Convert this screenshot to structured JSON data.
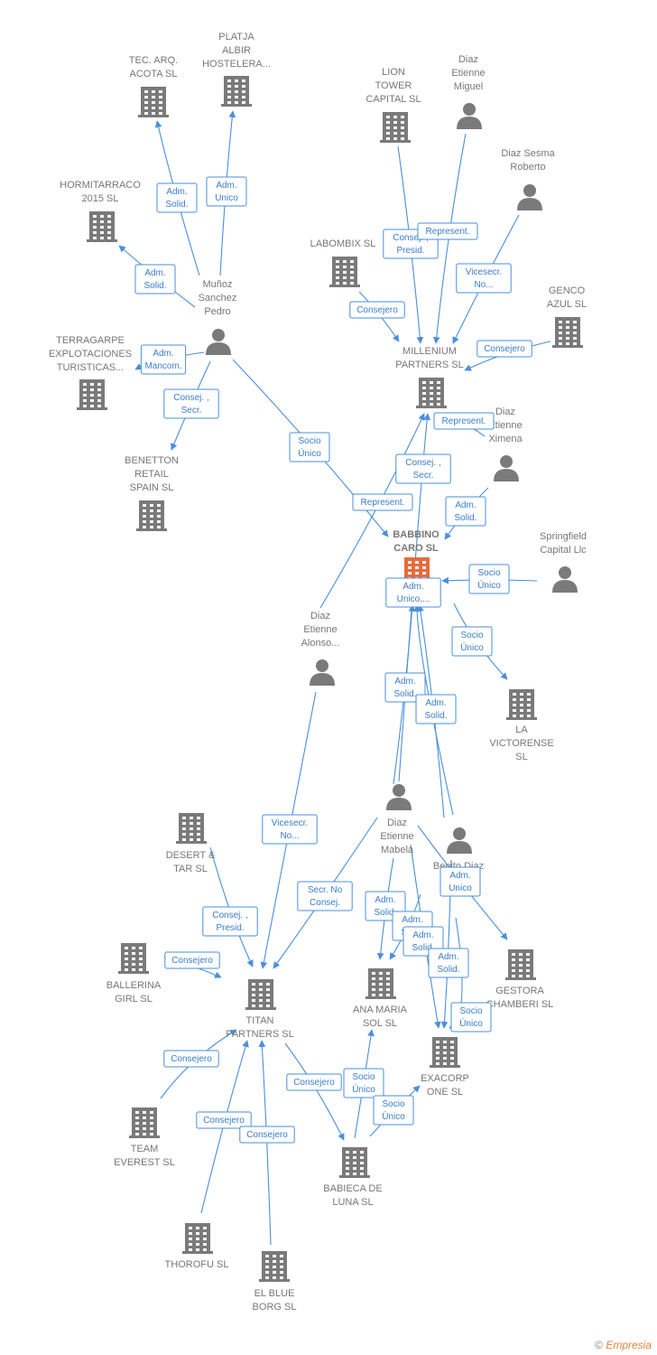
{
  "colors": {
    "edge": "#4a8fdc",
    "label_text": "#3a7dc9",
    "node_text": "#777777",
    "icon": "#7a7a7a",
    "focus_icon": "#e96a3c"
  },
  "nodes": [
    {
      "id": "tec",
      "type": "company",
      "lines": [
        "TEC.  ARQ.",
        "ACOTA SL"
      ]
    },
    {
      "id": "platja",
      "type": "company",
      "lines": [
        "PLATJA",
        "ALBIR",
        "HOSTELERA..."
      ]
    },
    {
      "id": "hormi",
      "type": "company",
      "lines": [
        "HORMITARRACO",
        "2015  SL"
      ]
    },
    {
      "id": "munoz",
      "type": "person",
      "lines": [
        "Muñoz",
        "Sanchez",
        "Pedro"
      ]
    },
    {
      "id": "terra",
      "type": "company",
      "lines": [
        "TERRAGARPE",
        "EXPLOTACIONES",
        "TURISTICAS..."
      ]
    },
    {
      "id": "benetton",
      "type": "company",
      "lines": [
        "BENETTON",
        "RETAIL",
        "SPAIN SL"
      ]
    },
    {
      "id": "lion",
      "type": "company",
      "lines": [
        "LION",
        "TOWER",
        "CAPITAL  SL"
      ]
    },
    {
      "id": "dmiguel",
      "type": "person",
      "lines": [
        "Diaz",
        "Etienne",
        "Miguel"
      ]
    },
    {
      "id": "dsesma",
      "type": "person",
      "lines": [
        "Diaz Sesma",
        "Roberto"
      ]
    },
    {
      "id": "labombix",
      "type": "company",
      "lines": [
        "LABOMBIX  SL"
      ]
    },
    {
      "id": "genco",
      "type": "company",
      "lines": [
        "GENCO",
        "AZUL  SL"
      ]
    },
    {
      "id": "millenium",
      "type": "company",
      "lines": [
        "MILLENIUM",
        "PARTNERS  SL"
      ]
    },
    {
      "id": "dximena",
      "type": "person",
      "lines": [
        "Diaz",
        "Etienne",
        "Ximena"
      ]
    },
    {
      "id": "babbino",
      "type": "company",
      "focus": true,
      "lines": [
        "BABBINO",
        "CARO  SL"
      ]
    },
    {
      "id": "springfield",
      "type": "person",
      "lines": [
        "Springfield",
        "Capital Llc"
      ]
    },
    {
      "id": "victorense",
      "type": "company",
      "lines": [
        "LA",
        "VICTORENSE",
        "SL"
      ]
    },
    {
      "id": "dalonso",
      "type": "person",
      "lines": [
        "Diaz",
        "Etienne",
        "Alonso..."
      ]
    },
    {
      "id": "dmabela",
      "type": "person",
      "lines": [
        "Diaz",
        "Etienne",
        "Mabela"
      ]
    },
    {
      "id": "benito",
      "type": "person",
      "lines": [
        "Benito Diaz",
        "B..."
      ]
    },
    {
      "id": "desert",
      "type": "company",
      "lines": [
        "DESERT &",
        "TAR  SL"
      ]
    },
    {
      "id": "ballerina",
      "type": "company",
      "lines": [
        "BALLERINA",
        "GIRL  SL"
      ]
    },
    {
      "id": "titan",
      "type": "company",
      "lines": [
        "TITAN",
        "PARTNERS SL"
      ]
    },
    {
      "id": "anamaria",
      "type": "company",
      "lines": [
        "ANA MARIA",
        "SOL SL"
      ]
    },
    {
      "id": "gestora",
      "type": "company",
      "lines": [
        "GESTORA",
        "CHAMBERI  SL"
      ]
    },
    {
      "id": "exacorp",
      "type": "company",
      "lines": [
        "EXACORP",
        "ONE SL"
      ]
    },
    {
      "id": "team",
      "type": "company",
      "lines": [
        "TEAM",
        "EVEREST  SL"
      ]
    },
    {
      "id": "babieca",
      "type": "company",
      "lines": [
        "BABIECA DE",
        "LUNA  SL"
      ]
    },
    {
      "id": "thorofu",
      "type": "company",
      "lines": [
        "THOROFU  SL"
      ]
    },
    {
      "id": "elblue",
      "type": "company",
      "lines": [
        "EL BLUE",
        "BORG  SL"
      ]
    }
  ],
  "edges": [
    {
      "from": "munoz",
      "to": "tec",
      "lines": [
        "Adm.",
        "Solid."
      ]
    },
    {
      "from": "munoz",
      "to": "platja",
      "lines": [
        "Adm.",
        "Unico"
      ]
    },
    {
      "from": "munoz",
      "to": "hormi",
      "lines": [
        "Adm.",
        "Solid."
      ]
    },
    {
      "from": "munoz",
      "to": "terra",
      "lines": [
        "Adm.",
        "Mancom."
      ]
    },
    {
      "from": "munoz",
      "to": "benetton",
      "lines": [
        "Consej. ,",
        "Secr."
      ]
    },
    {
      "from": "munoz",
      "to": "babbino",
      "lines": [
        "Socio",
        "Único"
      ]
    },
    {
      "from": "lion",
      "to": "millenium",
      "lines": [
        "Consej. ,",
        "Presid."
      ]
    },
    {
      "from": "dmiguel",
      "to": "millenium",
      "lines": [
        "Represent."
      ]
    },
    {
      "from": "dsesma",
      "to": "millenium",
      "lines": [
        "Vicesecr.",
        "No..."
      ]
    },
    {
      "from": "labombix",
      "to": "millenium",
      "lines": [
        "Consejero"
      ]
    },
    {
      "from": "genco",
      "to": "millenium",
      "lines": [
        "Consejero"
      ]
    },
    {
      "from": "dximena",
      "to": "millenium",
      "lines": [
        "Represent."
      ]
    },
    {
      "from": "dximena",
      "to": "babbino",
      "lines": [
        "Adm.",
        "Solid."
      ]
    },
    {
      "from": "dalonso",
      "to": "millenium",
      "lines": [
        "Represent."
      ]
    },
    {
      "from": "dmabela",
      "to": "millenium",
      "lines": [
        "Consej. ,",
        "Secr."
      ]
    },
    {
      "from": "springfield",
      "to": "babbino",
      "lines": [
        "Socio",
        "Único"
      ]
    },
    {
      "from": "babbino",
      "to": "victorense",
      "lines": [
        "Socio",
        "Único"
      ]
    },
    {
      "from": "benito",
      "to": "babbino",
      "lines": [
        "Adm.",
        "Unico,..."
      ]
    },
    {
      "from": "dmabela",
      "to": "babbino",
      "lines": [
        "Adm.",
        "Solid."
      ]
    },
    {
      "from": "benito",
      "to": "babbino",
      "lines": [
        "Adm.",
        "Solid."
      ]
    },
    {
      "from": "dalonso",
      "to": "titan",
      "lines": [
        "Vicesecr.",
        "No..."
      ]
    },
    {
      "from": "dmabela",
      "to": "titan",
      "lines": [
        "Secr.  No",
        "Consej."
      ]
    },
    {
      "from": "desert",
      "to": "titan",
      "lines": [
        "Consej. ,",
        "Presid."
      ]
    },
    {
      "from": "ballerina",
      "to": "titan",
      "lines": [
        "Consejero"
      ]
    },
    {
      "from": "team",
      "to": "titan",
      "lines": [
        "Consejero"
      ]
    },
    {
      "from": "thorofu",
      "to": "titan",
      "lines": [
        "Consejero"
      ]
    },
    {
      "from": "elblue",
      "to": "titan",
      "lines": [
        "Consejero"
      ]
    },
    {
      "from": "titan",
      "to": "babieca",
      "lines": [
        "Consejero"
      ]
    },
    {
      "from": "dmabela",
      "to": "anamaria",
      "lines": [
        "Adm.",
        "Solid."
      ]
    },
    {
      "from": "dmabela",
      "to": "anamaria",
      "lines": [
        "Adm.",
        "Solid."
      ]
    },
    {
      "from": "dmabela",
      "to": "exacorp",
      "lines": [
        "Adm.",
        "Solid."
      ]
    },
    {
      "from": "dmabela",
      "to": "gestora",
      "lines": [
        "Adm.",
        "Unico"
      ]
    },
    {
      "from": "benito",
      "to": "exacorp",
      "lines": [
        "Adm.",
        "Solid."
      ]
    },
    {
      "from": "benito",
      "to": "exacorp",
      "lines": [
        "Socio",
        "Único"
      ]
    },
    {
      "from": "babieca",
      "to": "anamaria",
      "lines": [
        "Socio",
        "Único"
      ]
    },
    {
      "from": "babieca",
      "to": "exacorp",
      "lines": [
        "Socio",
        "Único"
      ]
    }
  ],
  "footer": {
    "copyright": "©",
    "brand": "Empresia"
  }
}
